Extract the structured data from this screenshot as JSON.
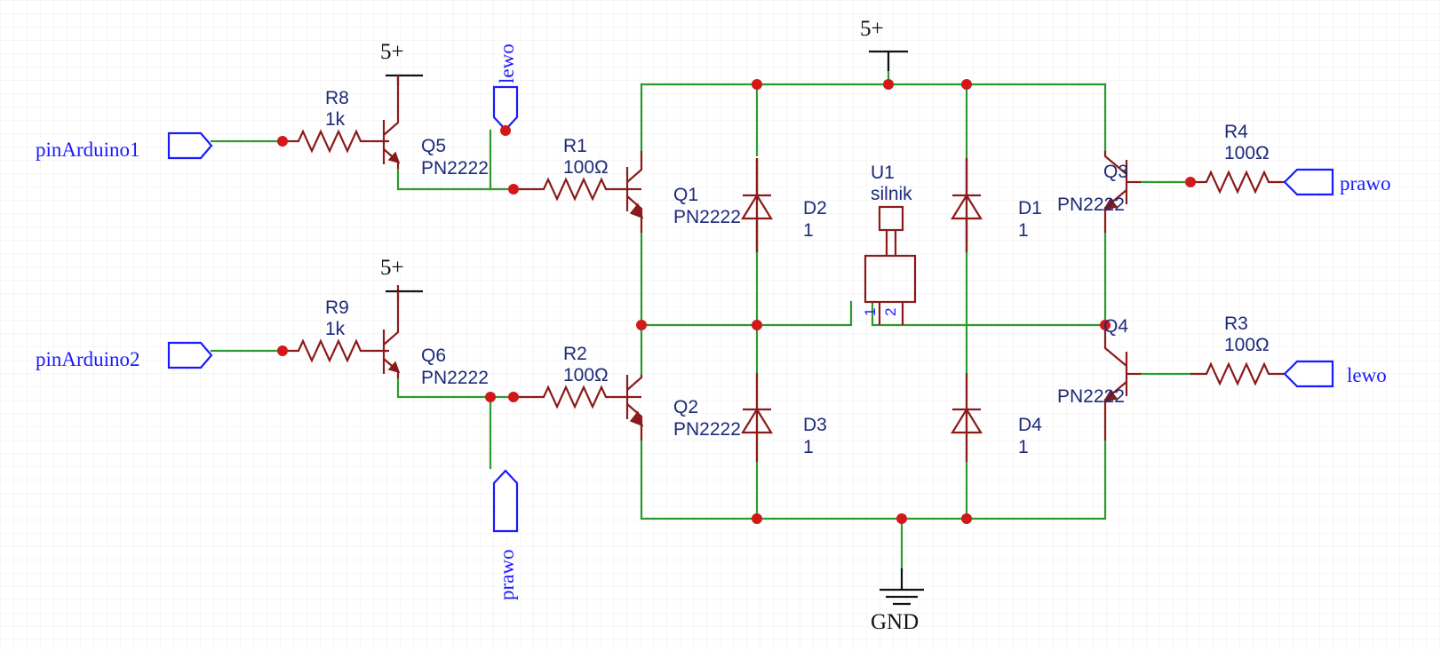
{
  "supply_label": "5+",
  "ground_label": "GND",
  "ports": {
    "pin_arduino_1": "pinArduino1",
    "pin_arduino_2": "pinArduino2",
    "lewo_top": "lewo",
    "prawo_bottom": "prawo",
    "prawo_right": "prawo",
    "lewo_right": "lewo"
  },
  "resistors": {
    "r8": {
      "ref": "R8",
      "value": "1k"
    },
    "r9": {
      "ref": "R9",
      "value": "1k"
    },
    "r1": {
      "ref": "R1",
      "value": "100Ω"
    },
    "r2": {
      "ref": "R2",
      "value": "100Ω"
    },
    "r3": {
      "ref": "R3",
      "value": "100Ω"
    },
    "r4": {
      "ref": "R4",
      "value": "100Ω"
    }
  },
  "transistors": {
    "q1": {
      "ref": "Q1",
      "value": "PN2222"
    },
    "q2": {
      "ref": "Q2",
      "value": "PN2222"
    },
    "q3": {
      "ref": "Q3",
      "value": "PN2222"
    },
    "q4": {
      "ref": "Q4",
      "value": "PN2222"
    },
    "q5": {
      "ref": "Q5",
      "value": "PN2222"
    },
    "q6": {
      "ref": "Q6",
      "value": "PN2222"
    }
  },
  "diodes": {
    "d1": {
      "ref": "D1",
      "value": "1"
    },
    "d2": {
      "ref": "D2",
      "value": "1"
    },
    "d3": {
      "ref": "D3",
      "value": "1"
    },
    "d4": {
      "ref": "D4",
      "value": "1"
    }
  },
  "motor": {
    "ref": "U1",
    "value": "silnik",
    "pin1": "1",
    "pin2": "2"
  },
  "colors": {
    "wire": "#2e9a2e",
    "component": "#8b1a1a",
    "junction": "#d21818",
    "port": "#1a1aff",
    "label": "#1c2a7a",
    "grid": "#ececec"
  }
}
